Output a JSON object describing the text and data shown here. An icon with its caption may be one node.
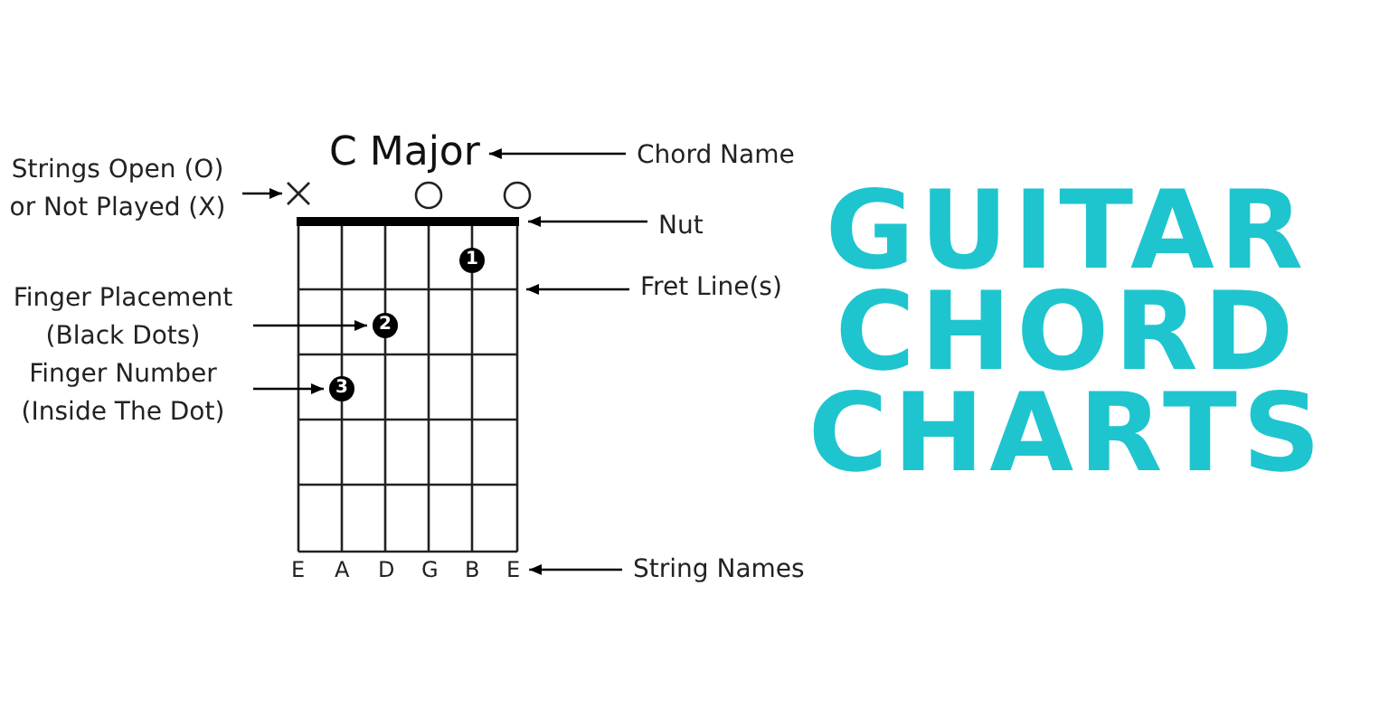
{
  "diagram": {
    "title": "GUITAR CHORD CHARTS",
    "nodes": [
      {
        "text": [
          "Strings Open (O) or Not Played (X)"
        ]
      },
      {
        "text": [],
        "shape": "cross"
      },
      {
        "text": [
          "C Major"
        ]
      },
      {
        "text": [
          "Chord Name"
        ]
      },
      {
        "text": [
          "Nut"
        ]
      },
      {
        "text": [],
        "shape": "bar"
      },
      {
        "text": [
          "Fret Line(s)"
        ]
      },
      {
        "text": [],
        "shape": "line"
      },
      {
        "text": [
          "Finger Placement (Black Dots)"
        ]
      },
      {
        "text": [
          "2"
        ]
      },
      {
        "text": [
          "Finger Number (Inside The Dot)"
        ]
      },
      {
        "text": [
          "3"
        ]
      },
      {
        "text": [
          "1"
        ]
      },
      {
        "text": [
          "String Names"
        ]
      },
      {
        "text": [
          "E"
        ]
      },
      {
        "text": [],
        "shape": "circle"
      },
      {
        "text": [],
        "shape": "circle"
      }
    ],
    "edges": [
      {
        "from": 0,
        "to": 1,
        "arrow": "to"
      },
      {
        "from": 3,
        "to": 2,
        "arrow": "to"
      },
      {
        "from": 4,
        "to": 5,
        "arrow": "to"
      },
      {
        "from": 6,
        "to": 7,
        "arrow": "to"
      },
      {
        "from": 8,
        "to": 9,
        "arrow": "to"
      },
      {
        "from": 10,
        "to": 11,
        "arrow": "to"
      },
      {
        "from": 13,
        "to": 14,
        "arrow": "to"
      }
    ],
    "labels": [
      "E",
      "A",
      "D",
      "G",
      "B"
    ]
  }
}
